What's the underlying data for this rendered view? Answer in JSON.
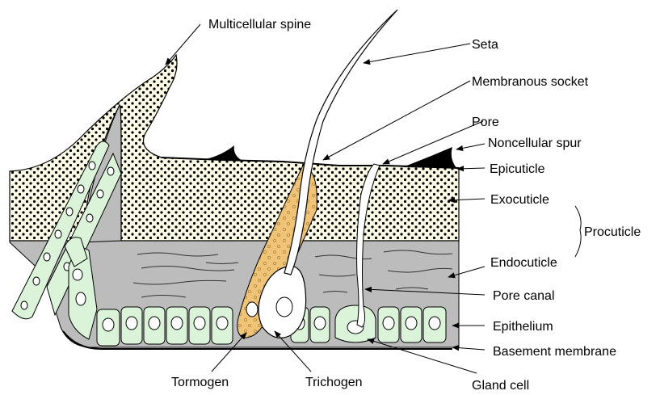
{
  "labels": {
    "multicellular_spine": "Multicellular spine",
    "seta": "Seta",
    "membranous_socket": "Membranous socket",
    "pore": "Pore",
    "noncellular_spur": "Noncellular spur",
    "epicuticle": "Epicuticle",
    "exocuticle": "Exocuticle",
    "procuticle": "Procuticle",
    "endocuticle": "Endocuticle",
    "pore_canal": "Pore canal",
    "epithelium": "Epithelium",
    "basement_membrane": "Basement membrane",
    "tormogen": "Tormogen",
    "trichogen": "Trichogen",
    "gland_cell": "Gland cell"
  },
  "colors": {
    "exocuticle_fill": "#fbfbe6",
    "endocuticle_fill": "#bdbcbd",
    "epithelium_fill": "#daf3d9",
    "tormogen_fill": "#efc478",
    "outline": "#000000"
  }
}
